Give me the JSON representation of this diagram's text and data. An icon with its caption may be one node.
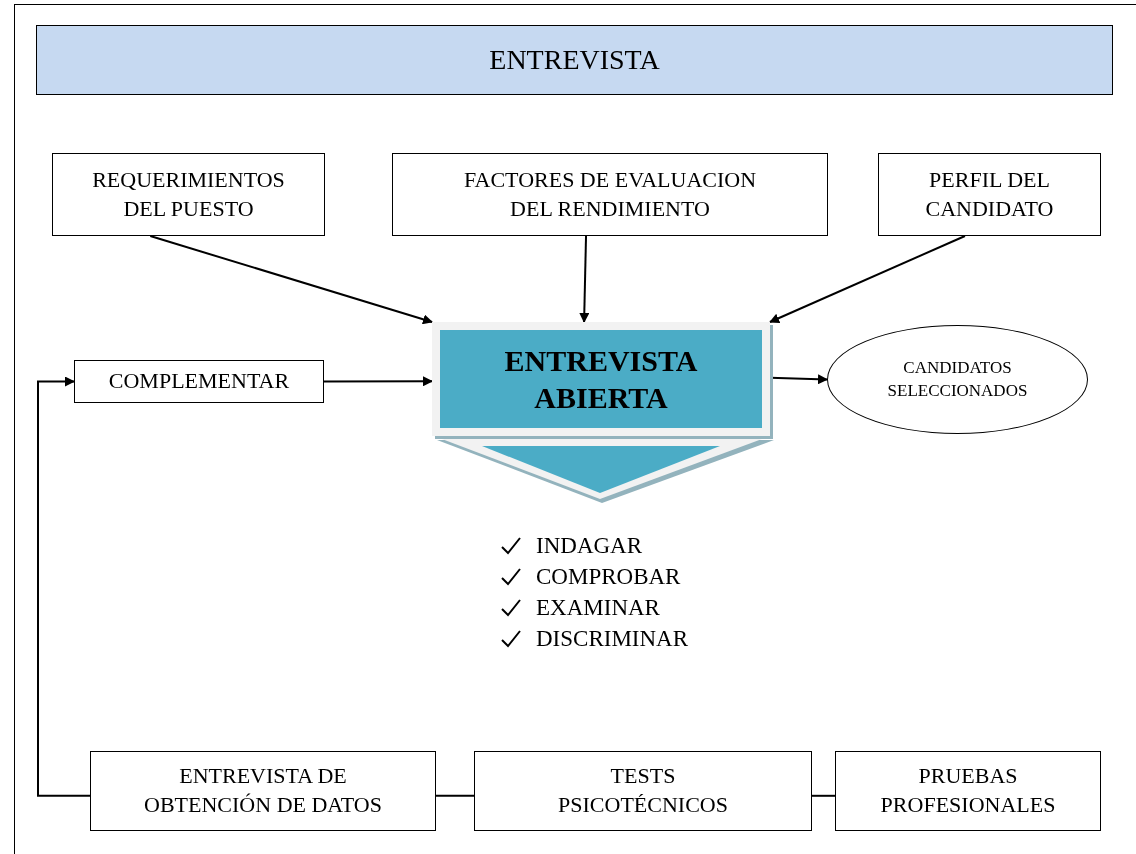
{
  "diagram": {
    "nodes": [
      {
        "text": [
          "ENTREVISTA"
        ]
      },
      {
        "text": [
          "REQUERIMIENTOS DEL PUESTO"
        ]
      },
      {
        "text": [
          "FACTORES DE EVALUACION DEL RENDIMIENTO"
        ]
      },
      {
        "text": [
          "PERFIL DEL CANDIDATO"
        ]
      },
      {
        "text": [
          "COMPLEMENTAR"
        ]
      },
      {
        "text": [
          "ENTREVISTA ABIERTA"
        ]
      },
      {
        "text": [
          "CANDIDATOS SELECCIONADOS"
        ]
      },
      {
        "text": [
          "ENTREVISTA DE OBTENCIÓN DE DATOS"
        ]
      },
      {
        "text": [
          "TESTS PSICOTÉCNICOS"
        ]
      },
      {
        "text": [
          "PRUEBAS PROFESIONALES"
        ]
      }
    ],
    "edges": [
      {
        "from": 1,
        "to": 5,
        "arrow": "to"
      },
      {
        "from": 2,
        "to": 5,
        "arrow": "to"
      },
      {
        "from": 3,
        "to": 5,
        "arrow": "to"
      },
      {
        "from": 4,
        "to": 5,
        "arrow": "to"
      },
      {
        "from": 5,
        "to": 6,
        "arrow": "to"
      },
      {
        "from": 7,
        "to": 4,
        "arrow": "to"
      },
      {
        "from": 7,
        "to": 8,
        "arrow": "none"
      },
      {
        "from": 8,
        "to": 9,
        "arrow": "none"
      }
    ],
    "labels": [
      "INDAGAR",
      "COMPROBAR",
      "EXAMINAR",
      "DISCRIMINAR"
    ]
  }
}
